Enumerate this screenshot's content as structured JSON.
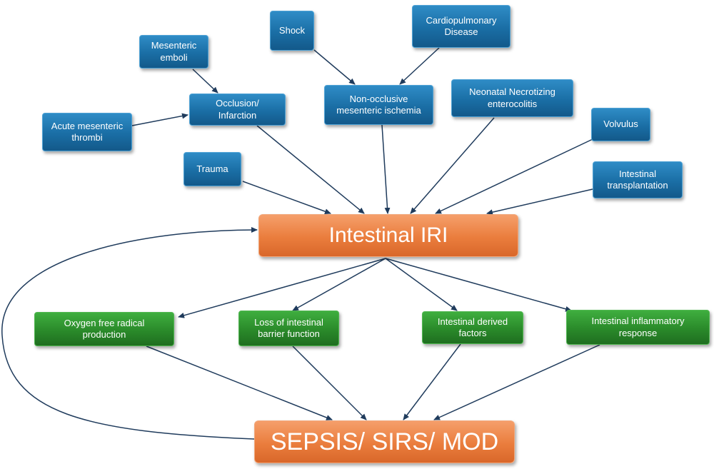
{
  "nodes": {
    "mesenteric_emboli": "Mesenteric\nemboli",
    "shock": "Shock",
    "cardiopulmonary_disease": "Cardiopulmonary\nDisease",
    "occlusion_infarction": "Occlusion/\nInfarction",
    "non_occlusive_ischemia": "Non-occlusive\nmesenteric ischemia",
    "neonatal_nec": "Neonatal Necrotizing\nenterocolitis",
    "acute_mesenteric_thrombi": "Acute mesenteric\nthrombi",
    "volvulus": "Volvulus",
    "trauma": "Trauma",
    "intestinal_transplantation": "Intestinal\ntransplantation",
    "intestinal_iri": "Intestinal IRI",
    "oxygen_free_radical": "Oxygen free radical\nproduction",
    "loss_barrier_function": "Loss of intestinal\nbarrier function",
    "intestinal_derived_factors": "Intestinal derived\nfactors",
    "intestinal_inflammatory_response": "Intestinal inflammatory\nresponse",
    "sepsis_sirs_mod": "SEPSIS/ SIRS/ MOD"
  },
  "colors": {
    "cause_box": "#1a6ea5",
    "mechanism_box": "#2a8a2a",
    "key_box": "#ea7d3d",
    "arrow": "#1f3b5c"
  }
}
